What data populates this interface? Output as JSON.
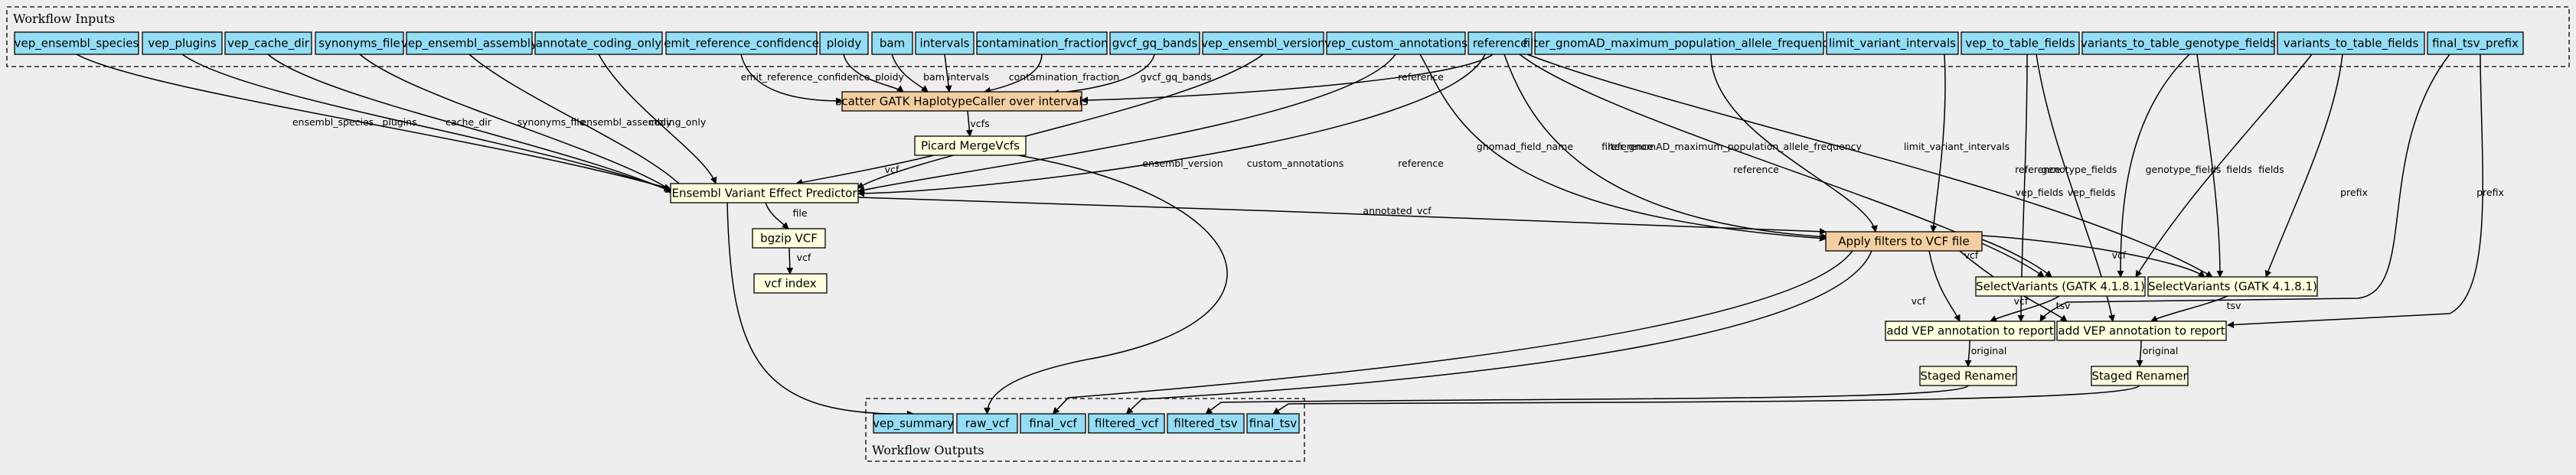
{
  "colors": {
    "background": "#eeeeee",
    "io_fill": "#94ddf4",
    "step_fill": "#ffffe0",
    "subworkflow_fill": "#f3cea1",
    "edge": "#000000"
  },
  "clusters": {
    "inputs_label": "Workflow Inputs",
    "outputs_label": "Workflow Outputs"
  },
  "inputs": [
    {
      "id": "vep_ensembl_species",
      "label": "vep_ensembl_species"
    },
    {
      "id": "vep_plugins",
      "label": "vep_plugins"
    },
    {
      "id": "vep_cache_dir",
      "label": "vep_cache_dir"
    },
    {
      "id": "synonyms_file",
      "label": "synonyms_file"
    },
    {
      "id": "vep_ensembl_assembly",
      "label": "vep_ensembl_assembly"
    },
    {
      "id": "annotate_coding_only",
      "label": "annotate_coding_only"
    },
    {
      "id": "emit_reference_confidence",
      "label": "emit_reference_confidence"
    },
    {
      "id": "ploidy",
      "label": "ploidy"
    },
    {
      "id": "bam",
      "label": "bam"
    },
    {
      "id": "intervals",
      "label": "intervals"
    },
    {
      "id": "contamination_fraction",
      "label": "contamination_fraction"
    },
    {
      "id": "gvcf_gq_bands",
      "label": "gvcf_gq_bands"
    },
    {
      "id": "vep_ensembl_version",
      "label": "vep_ensembl_version"
    },
    {
      "id": "vep_custom_annotations",
      "label": "vep_custom_annotations"
    },
    {
      "id": "reference",
      "label": "reference"
    },
    {
      "id": "filter_gnomAD",
      "label": "filter_gnomAD_maximum_population_allele_frequency"
    },
    {
      "id": "limit_variant_intervals",
      "label": "limit_variant_intervals"
    },
    {
      "id": "vep_to_table_fields",
      "label": "vep_to_table_fields"
    },
    {
      "id": "variants_to_table_genotype_fields",
      "label": "variants_to_table_genotype_fields"
    },
    {
      "id": "variants_to_table_fields",
      "label": "variants_to_table_fields"
    },
    {
      "id": "final_tsv_prefix",
      "label": "final_tsv_prefix"
    }
  ],
  "steps": [
    {
      "id": "haplotype",
      "label": "scatter GATK HaplotypeCaller over intervals",
      "kind": "subworkflow"
    },
    {
      "id": "merge",
      "label": "Picard MergeVcfs",
      "kind": "step"
    },
    {
      "id": "vep",
      "label": "Ensembl Variant Effect Predictor",
      "kind": "step"
    },
    {
      "id": "bgzip",
      "label": "bgzip VCF",
      "kind": "step"
    },
    {
      "id": "index",
      "label": "vcf index",
      "kind": "step"
    },
    {
      "id": "filter",
      "label": "Apply filters to VCF file",
      "kind": "subworkflow"
    },
    {
      "id": "select1",
      "label": "SelectVariants (GATK 4.1.8.1)",
      "kind": "step"
    },
    {
      "id": "select2",
      "label": "SelectVariants (GATK 4.1.8.1)",
      "kind": "step"
    },
    {
      "id": "addvep1",
      "label": "add VEP annotation to report",
      "kind": "step"
    },
    {
      "id": "addvep2",
      "label": "add VEP annotation to report",
      "kind": "step"
    },
    {
      "id": "rename1",
      "label": "Staged Renamer",
      "kind": "step"
    },
    {
      "id": "rename2",
      "label": "Staged Renamer",
      "kind": "step"
    }
  ],
  "outputs": [
    {
      "id": "vep_summary",
      "label": "vep_summary"
    },
    {
      "id": "raw_vcf",
      "label": "raw_vcf"
    },
    {
      "id": "final_vcf",
      "label": "final_vcf"
    },
    {
      "id": "filtered_vcf",
      "label": "filtered_vcf"
    },
    {
      "id": "filtered_tsv",
      "label": "filtered_tsv"
    },
    {
      "id": "final_tsv",
      "label": "final_tsv"
    }
  ],
  "edges": [
    {
      "from": "vep_ensembl_species",
      "to": "vep",
      "label": "ensembl_species"
    },
    {
      "from": "vep_plugins",
      "to": "vep",
      "label": "plugins"
    },
    {
      "from": "vep_cache_dir",
      "to": "vep",
      "label": "cache_dir"
    },
    {
      "from": "synonyms_file",
      "to": "vep",
      "label": "synonyms_file"
    },
    {
      "from": "vep_ensembl_assembly",
      "to": "vep",
      "label": "ensembl_assembly"
    },
    {
      "from": "annotate_coding_only",
      "to": "vep",
      "label": "coding_only"
    },
    {
      "from": "emit_reference_confidence",
      "to": "haplotype",
      "label": "emit_reference_confidence"
    },
    {
      "from": "ploidy",
      "to": "haplotype",
      "label": "ploidy"
    },
    {
      "from": "bam",
      "to": "haplotype",
      "label": "bam"
    },
    {
      "from": "intervals",
      "to": "haplotype",
      "label": "intervals"
    },
    {
      "from": "contamination_fraction",
      "to": "haplotype",
      "label": "contamination_fraction"
    },
    {
      "from": "gvcf_gq_bands",
      "to": "haplotype",
      "label": "gvcf_gq_bands"
    },
    {
      "from": "reference",
      "to": "haplotype",
      "label": "reference"
    },
    {
      "from": "vep_ensembl_version",
      "to": "vep",
      "label": "ensembl_version"
    },
    {
      "from": "vep_custom_annotations",
      "to": "vep",
      "label": "custom_annotations"
    },
    {
      "from": "reference",
      "to": "vep",
      "label": "reference"
    },
    {
      "from": "vep_custom_annotations",
      "to": "filter",
      "label": "gnomad_field_name"
    },
    {
      "from": "reference",
      "to": "filter",
      "label": "reference"
    },
    {
      "from": "filter_gnomAD",
      "to": "filter",
      "label": "filter_gnomAD_maximum_population_allele_frequency"
    },
    {
      "from": "limit_variant_intervals",
      "to": "filter",
      "label": "limit_variant_intervals"
    },
    {
      "from": "reference",
      "to": "select1",
      "label": "reference"
    },
    {
      "from": "reference",
      "to": "select2",
      "label": "reference"
    },
    {
      "from": "vep_to_table_fields",
      "to": "addvep1",
      "label": "vep_fields"
    },
    {
      "from": "vep_to_table_fields",
      "to": "addvep2",
      "label": "vep_fields"
    },
    {
      "from": "variants_to_table_genotype_fields",
      "to": "select1",
      "label": "genotype_fields"
    },
    {
      "from": "variants_to_table_genotype_fields",
      "to": "select2",
      "label": "genotype_fields"
    },
    {
      "from": "variants_to_table_fields",
      "to": "select1",
      "label": "fields"
    },
    {
      "from": "variants_to_table_fields",
      "to": "select2",
      "label": "fields"
    },
    {
      "from": "final_tsv_prefix",
      "to": "addvep1",
      "label": "prefix"
    },
    {
      "from": "final_tsv_prefix",
      "to": "addvep2",
      "label": "prefix"
    },
    {
      "from": "haplotype",
      "to": "merge",
      "label": "vcfs"
    },
    {
      "from": "merge",
      "to": "vep",
      "label": "vcf"
    },
    {
      "from": "merge",
      "to": "raw_vcf",
      "label": ""
    },
    {
      "from": "vep",
      "to": "bgzip",
      "label": "file"
    },
    {
      "from": "bgzip",
      "to": "index",
      "label": "vcf"
    },
    {
      "from": "vep",
      "to": "filter",
      "label": "annotated_vcf"
    },
    {
      "from": "vep",
      "to": "vep_summary",
      "label": ""
    },
    {
      "from": "filter",
      "to": "select1",
      "label": "vcf"
    },
    {
      "from": "filter",
      "to": "select2",
      "label": "vcf"
    },
    {
      "from": "filter",
      "to": "addvep1",
      "label": "vcf"
    },
    {
      "from": "filter",
      "to": "addvep2",
      "label": "vcf"
    },
    {
      "from": "filter",
      "to": "final_vcf",
      "label": ""
    },
    {
      "from": "filter",
      "to": "filtered_vcf",
      "label": ""
    },
    {
      "from": "select1",
      "to": "addvep1",
      "label": "tsv"
    },
    {
      "from": "select2",
      "to": "addvep2",
      "label": "tsv"
    },
    {
      "from": "addvep1",
      "to": "rename1",
      "label": "original"
    },
    {
      "from": "addvep2",
      "to": "rename2",
      "label": "original"
    },
    {
      "from": "rename1",
      "to": "filtered_tsv",
      "label": ""
    },
    {
      "from": "rename2",
      "to": "final_tsv",
      "label": ""
    }
  ]
}
